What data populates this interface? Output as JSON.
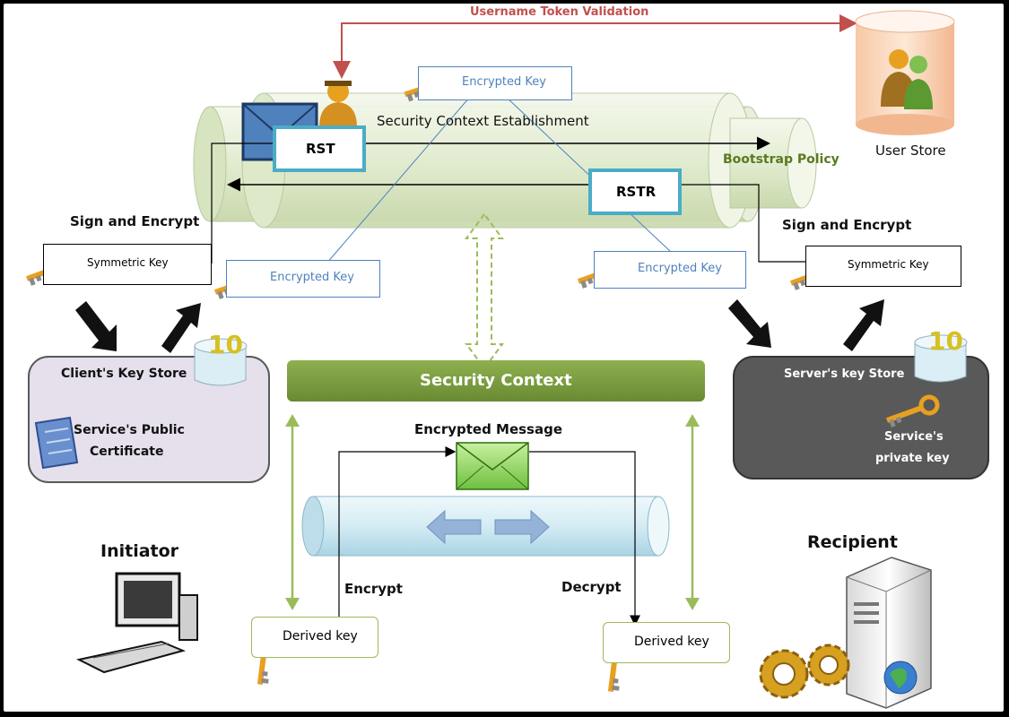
{
  "diagram": {
    "top_label": "Username Token Validation",
    "user_store": "User Store",
    "security_context_establishment": "Security Context Establishment",
    "bootstrap_policy": "Bootstrap Policy",
    "rst": "RST",
    "rstr": "RSTR",
    "encrypted_key_top": "Encrypted Key",
    "encrypted_key_left": "Encrypted Key",
    "encrypted_key_right": "Encrypted Key",
    "sign_encrypt_left": "Sign and Encrypt",
    "sign_encrypt_right": "Sign and Encrypt",
    "symmetric_key_left": "Symmetric Key",
    "symmetric_key_right": "Symmetric Key",
    "client_key_store": "Client's Key Store",
    "service_public_cert_line1": "Service's Public",
    "service_public_cert_line2": "Certificate",
    "server_key_store": "Server's key Store",
    "service_private_key_line1": "Service's",
    "service_private_key_line2": "private key",
    "security_context": "Security Context",
    "encrypted_message": "Encrypted Message",
    "encrypt": "Encrypt",
    "decrypt": "Decrypt",
    "derived_key_left": "Derived key",
    "derived_key_right": "Derived key",
    "initiator": "Initiator",
    "recipient": "Recipient"
  },
  "colors": {
    "top_label": "#c0504d",
    "key_box_border": "#4f81bd",
    "rst_border": "#4bacc6",
    "security_context_bar": "#77933c",
    "green_arrows": "#9bbb59",
    "client_store_bg": "#e6e0ec",
    "server_store_bg": "#595959"
  }
}
